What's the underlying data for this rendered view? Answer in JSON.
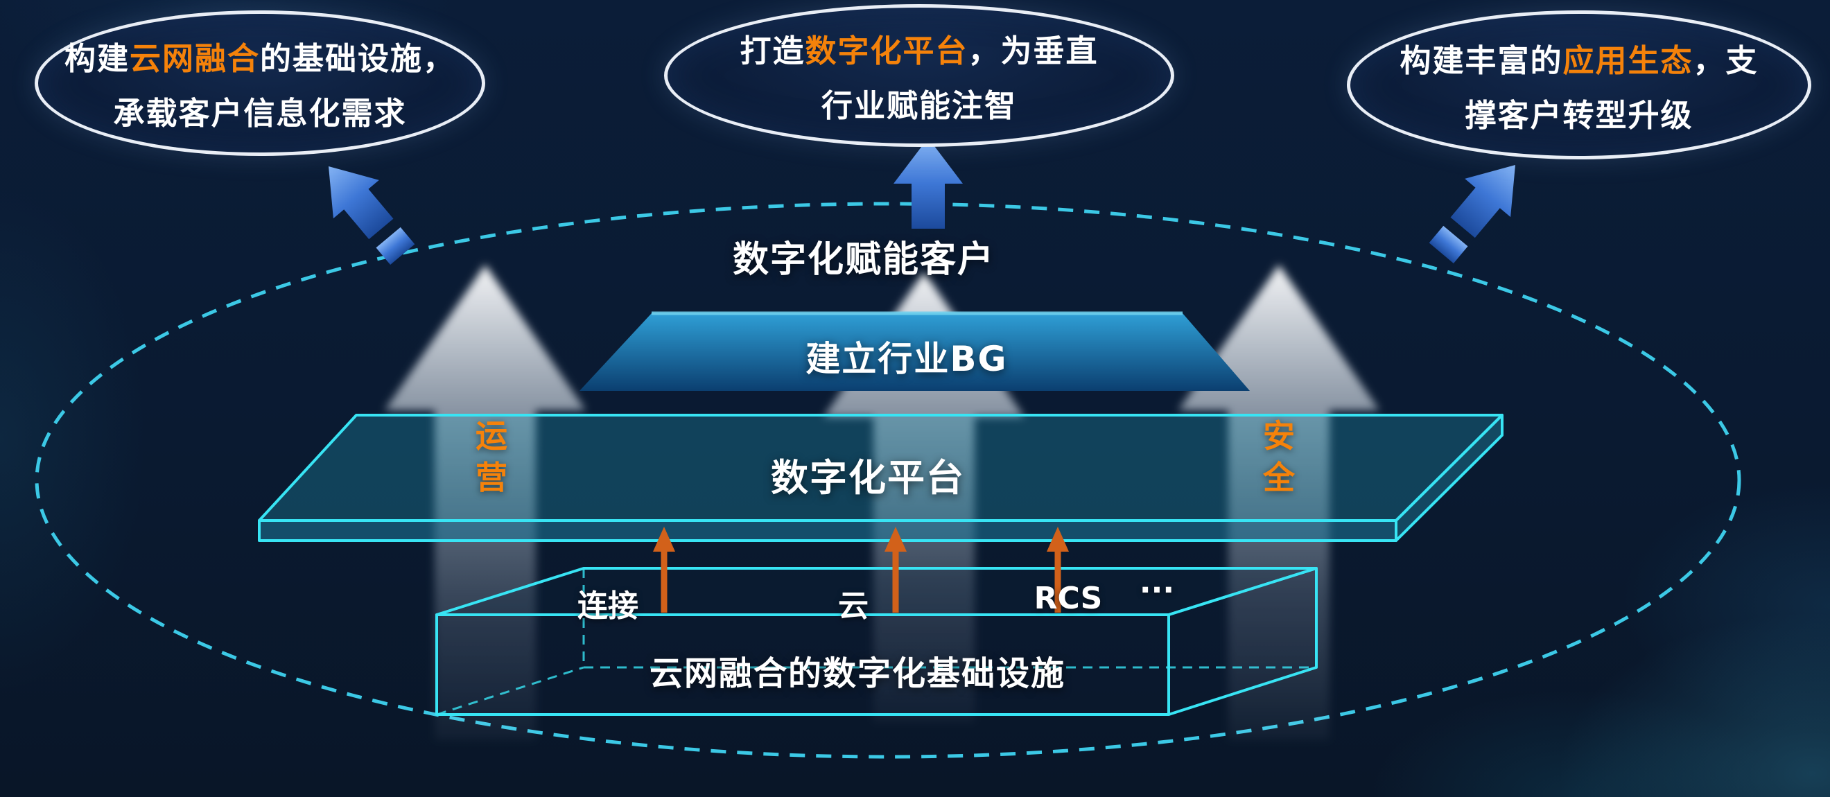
{
  "bubbles": {
    "left": {
      "l1a": "构建",
      "l1b": "云网融合",
      "l1c": "的基础设施，",
      "line2": "承载客户信息化需求"
    },
    "center": {
      "l1a": "打造",
      "l1b": "数字化平台",
      "l1c": "，为垂直",
      "line2": "行业赋能注智"
    },
    "right": {
      "l1a": "构建丰富的",
      "l1b": "应用生态",
      "l1c": "，支",
      "line2": "撑客户转型升级"
    }
  },
  "diagram": {
    "empower_label": "数字化赋能客户",
    "industry_bg_label": "建立行业BG",
    "platform_label": "数字化平台",
    "infra_label": "云网融合的数字化基础设施",
    "capabilities": {
      "connect": "连接",
      "cloud": "云",
      "rcs": "RCS",
      "more": "···"
    },
    "pillar_left": "运营",
    "pillar_right": "安全"
  },
  "colors": {
    "background": "#0a1a31",
    "accent_orange": "#f5820a",
    "cyan_edge": "#38e4f4",
    "dashed_ellipse": "#3cc9e6",
    "blue_arrow": "#3e77d6",
    "industry_bg_panel": "#1b6da5",
    "capability_arrow_orange": "#d2611a"
  }
}
